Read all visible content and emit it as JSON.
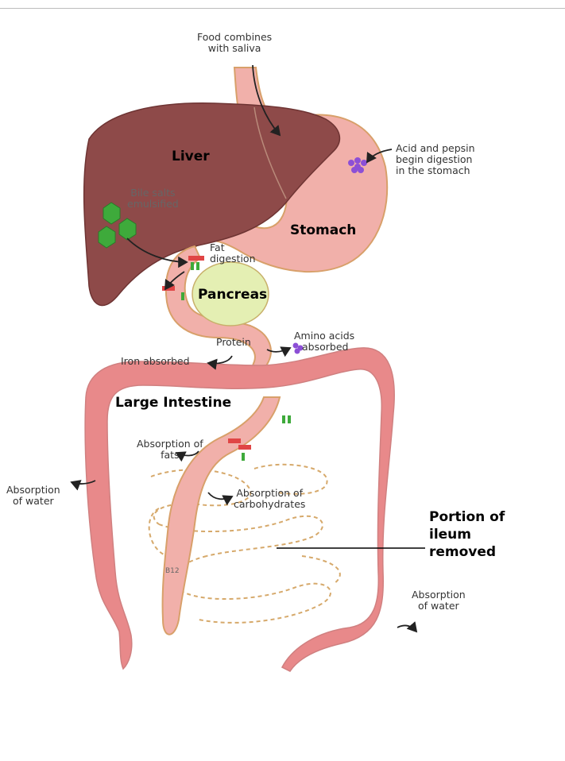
{
  "labels": {
    "liver": "Liver",
    "stomach": "Stomach",
    "pancreas": "Pancreas",
    "large_intestine": "Large Intestine"
  },
  "annotations": {
    "food_saliva": [
      "Food combines",
      "with saliva"
    ],
    "acid_pepsin": [
      "Acid and pepsin",
      "begin digestion",
      "in the stomach"
    ],
    "bile_salts": [
      "Bile salts",
      "emulsified"
    ],
    "fat_digestion": [
      "Fat",
      "digestion"
    ],
    "protein": "Protein",
    "amino_acids": [
      "Amino acids",
      "absorbed"
    ],
    "iron_absorbed": "Iron absorbed",
    "absorption_fats": [
      "Absorption of",
      "fats"
    ],
    "absorption_water_left": [
      "Absorption",
      "of water"
    ],
    "absorption_carbs": [
      "Absorption of",
      "carbohydrates"
    ],
    "absorption_water_right": [
      "Absorption",
      "of water"
    ],
    "b12": "B12"
  },
  "callout": {
    "lines": [
      "Portion of",
      "ileum",
      "removed"
    ]
  },
  "colors": {
    "liver": "#8e4a49",
    "stomach": "#f1b0aa",
    "intestine": "#e8898a",
    "pancreas": "#e4efb3",
    "outline": "#d8a06a",
    "small_intestine_dash": "#d6a96b",
    "bile_green": "#3eaa3b",
    "amino_purple": "#8c4fd6"
  }
}
